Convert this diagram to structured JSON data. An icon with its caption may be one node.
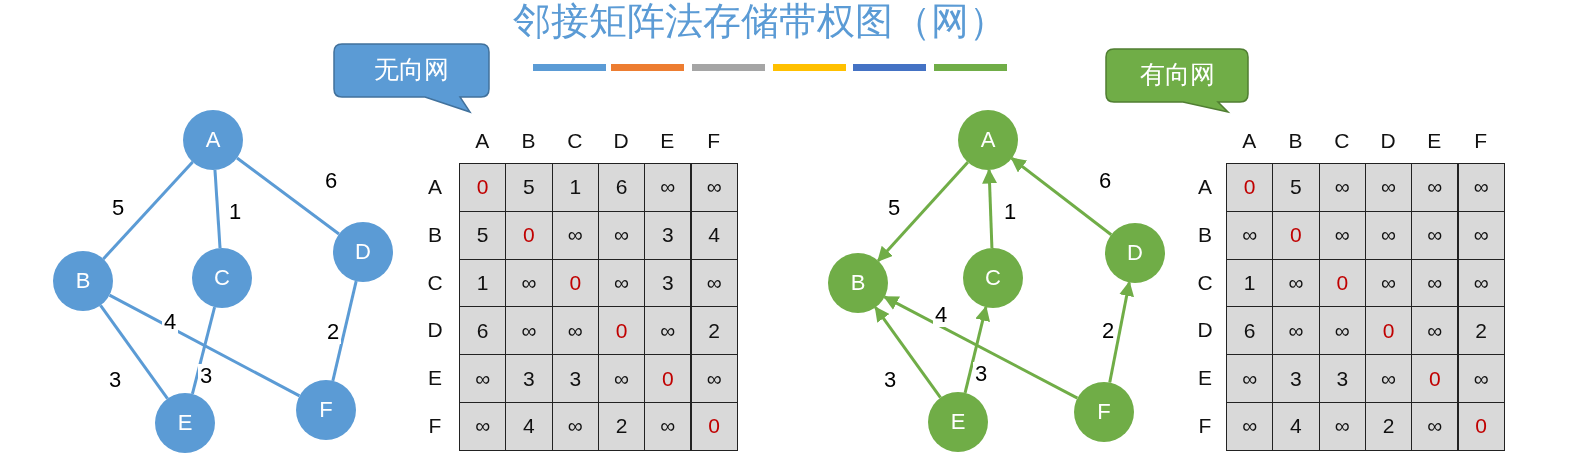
{
  "diagram": {
    "title": "邻接矩阵法存储带权图（网）",
    "nodes": [
      {
        "text": [
          "无向网"
        ]
      },
      {
        "text": [
          "A"
        ]
      },
      {
        "text": [
          "B"
        ]
      },
      {
        "text": [
          "C"
        ]
      },
      {
        "text": [
          "D"
        ]
      },
      {
        "text": [
          "E"
        ]
      },
      {
        "text": [
          "F"
        ]
      },
      {
        "text": [
          "有向网"
        ]
      },
      {
        "text": [
          "A"
        ]
      },
      {
        "text": [
          "B"
        ]
      },
      {
        "text": [
          "C"
        ]
      },
      {
        "text": [
          "D"
        ]
      },
      {
        "text": [
          "E"
        ]
      },
      {
        "text": [
          "F"
        ]
      }
    ],
    "edges": [
      {
        "from": 1,
        "to": 2,
        "arrow": "none",
        "label": "5",
        "color": "#5b9bd5"
      },
      {
        "from": 1,
        "to": 3,
        "arrow": "none",
        "label": "1",
        "color": "#5b9bd5"
      },
      {
        "from": 1,
        "to": 4,
        "arrow": "none",
        "label": "6",
        "color": "#5b9bd5"
      },
      {
        "from": 2,
        "to": 6,
        "arrow": "none",
        "label": "4",
        "color": "#5b9bd5"
      },
      {
        "from": 4,
        "to": 6,
        "arrow": "none",
        "label": "2",
        "color": "#5b9bd5"
      },
      {
        "from": 2,
        "to": 5,
        "arrow": "none",
        "label": "3",
        "color": "#5b9bd5"
      },
      {
        "from": 3,
        "to": 5,
        "arrow": "none",
        "label": "3",
        "color": "#5b9bd5"
      },
      {
        "from": 8,
        "to": 9,
        "arrow": "to",
        "label": "5",
        "color": "#70ad47"
      },
      {
        "from": 10,
        "to": 8,
        "arrow": "to",
        "label": "1",
        "color": "#70ad47"
      },
      {
        "from": 11,
        "to": 8,
        "arrow": "to",
        "label": "6",
        "color": "#70ad47"
      },
      {
        "from": 13,
        "to": 9,
        "arrow": "to",
        "label": "4",
        "color": "#70ad47"
      },
      {
        "from": 13,
        "to": 11,
        "arrow": "to",
        "label": "2",
        "color": "#70ad47"
      },
      {
        "from": 12,
        "to": 9,
        "arrow": "to",
        "label": "3",
        "color": "#70ad47"
      },
      {
        "from": 12,
        "to": 10,
        "arrow": "to",
        "label": "3",
        "color": "#70ad47"
      }
    ],
    "labels": [
      "A",
      "B",
      "C",
      "D",
      "E",
      "F",
      "A",
      "0",
      "5",
      "1",
      "6",
      "∞",
      "∞",
      "B",
      "5",
      "0",
      "∞",
      "∞",
      "3",
      "4",
      "C",
      "1",
      "∞",
      "0",
      "∞",
      "3",
      "∞",
      "D",
      "6",
      "∞",
      "∞",
      "0",
      "∞",
      "2",
      "E",
      "∞",
      "3",
      "3",
      "∞",
      "0",
      "∞",
      "F",
      "∞",
      "4",
      "∞",
      "2",
      "∞",
      "0",
      "A",
      "B",
      "C",
      "D",
      "E",
      "F",
      "A",
      "0",
      "5",
      "∞",
      "∞",
      "∞",
      "∞",
      "B",
      "∞",
      "0",
      "∞",
      "∞",
      "∞",
      "∞",
      "C",
      "1",
      "∞",
      "0",
      "∞",
      "∞",
      "∞",
      "D",
      "6",
      "∞",
      "∞",
      "0",
      "∞",
      "2",
      "E",
      "∞",
      "3",
      "3",
      "∞",
      "0",
      "∞",
      "F",
      "∞",
      "4",
      "∞",
      "2",
      "∞",
      "0"
    ]
  }
}
